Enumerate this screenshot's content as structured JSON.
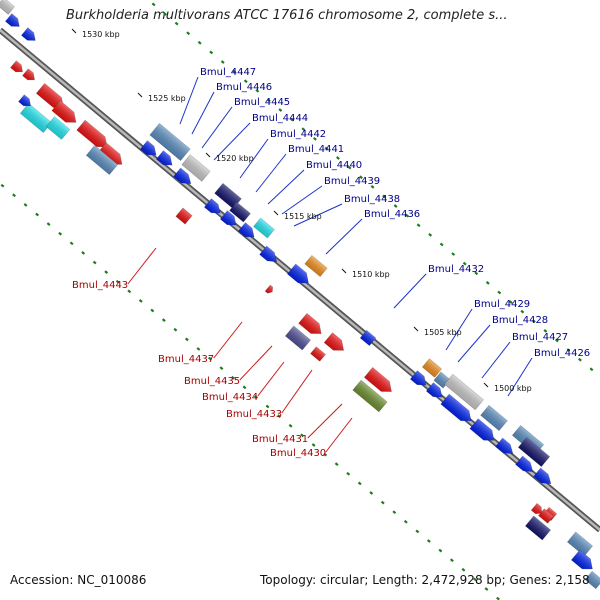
{
  "title": "Burkholderia multivorans ATCC 17616 chromosome 2, complete s...",
  "footer": {
    "accession": "Accession: NC_010086",
    "summary": "Topology: circular; Length: 2,472,928 bp; Genes: 2,158"
  },
  "ticks": [
    {
      "label": "1530 kbp"
    },
    {
      "label": "1525 kbp"
    },
    {
      "label": "1520 kbp"
    },
    {
      "label": "1515 kbp"
    },
    {
      "label": "1510 kbp"
    },
    {
      "label": "1505 kbp"
    },
    {
      "label": "1500 kbp"
    }
  ],
  "forward_genes": [
    "Bmul_4447",
    "Bmul_4446",
    "Bmul_4445",
    "Bmul_4444",
    "Bmul_4442",
    "Bmul_4441",
    "Bmul_4440",
    "Bmul_4439",
    "Bmul_4438",
    "Bmul_4436",
    "Bmul_4432",
    "Bmul_4429",
    "Bmul_4428",
    "Bmul_4427",
    "Bmul_4426"
  ],
  "reverse_genes": [
    "Bmul_4443",
    "Bmul_4437",
    "Bmul_4435",
    "Bmul_4434",
    "Bmul_4433",
    "Bmul_4431",
    "Bmul_4430"
  ],
  "colors": {
    "blue": "#0022ee",
    "steel": "#5b8ec0",
    "cyan": "#22e6f0",
    "navy": "#15156e",
    "red": "#ee1111",
    "orange": "#f09020",
    "olive": "#6e9030",
    "purple": "#505098",
    "gray": "#c8c8c8",
    "backbone": "#8c8c8c",
    "label_blue": "#00008b",
    "label_red": "#a80000",
    "tick": "#1e7d1e"
  }
}
